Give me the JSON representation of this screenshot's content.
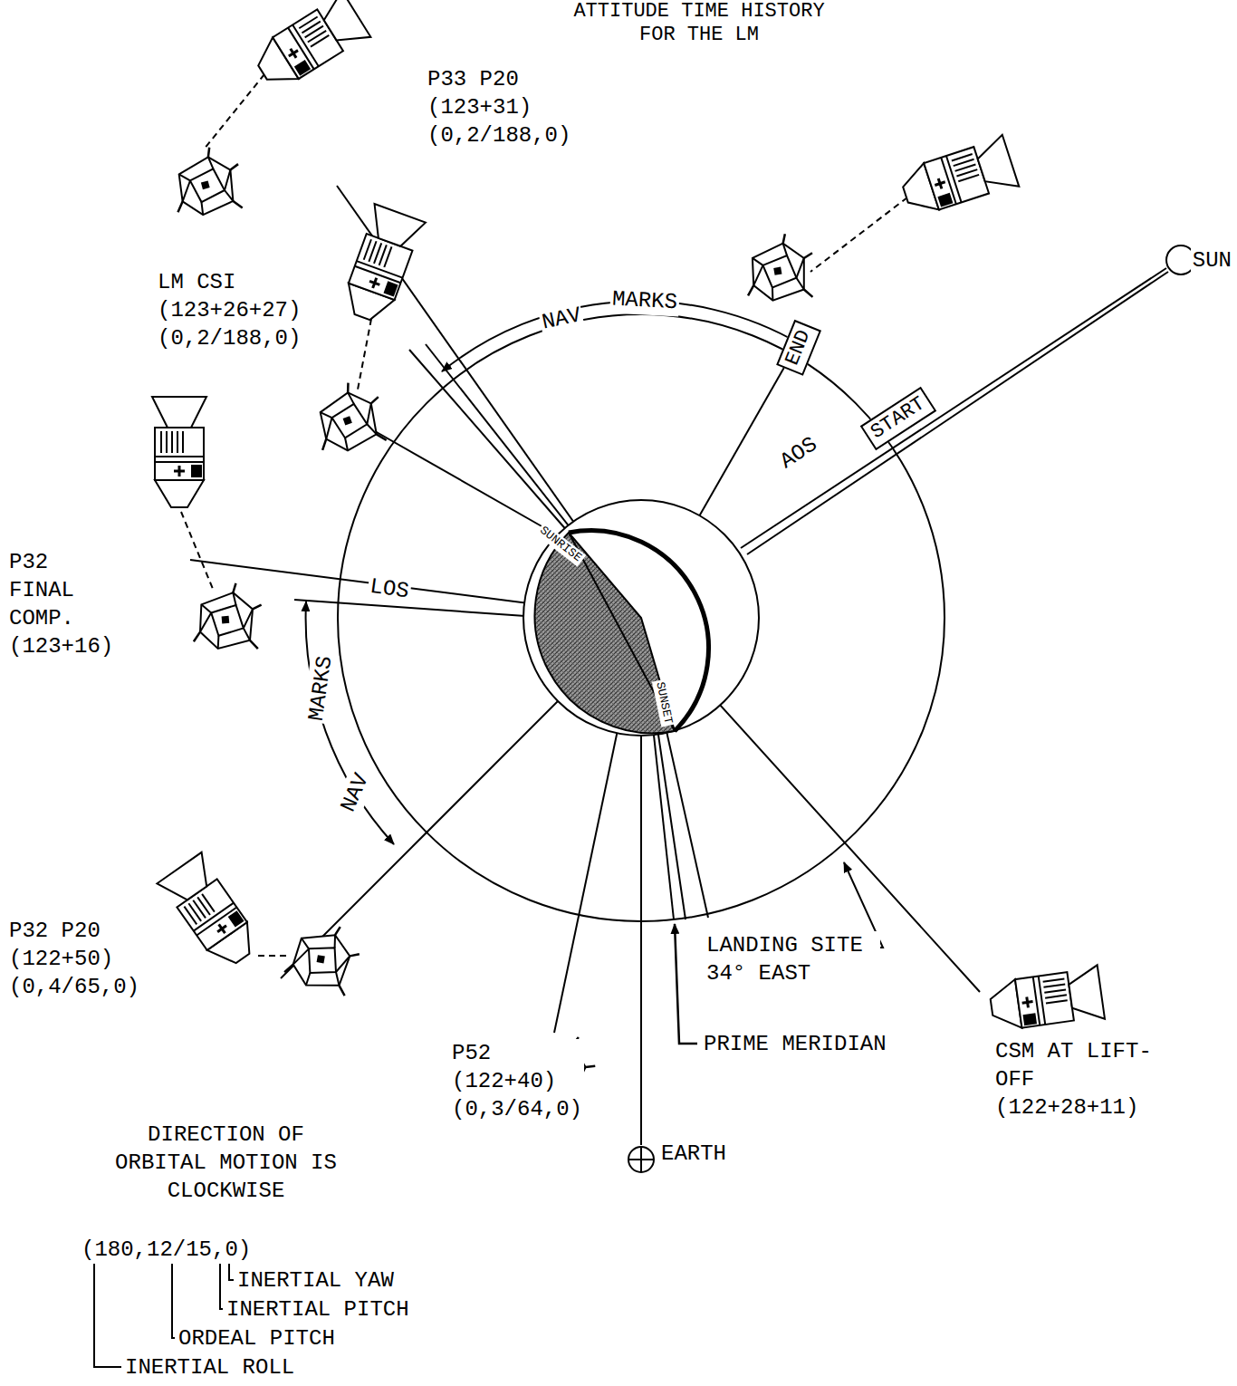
{
  "diagram": {
    "title": "ATTITUDE TIME HISTORY FOR THE LM",
    "nodes": [
      {
        "text": [
          "END"
        ]
      },
      {
        "text": [
          "START"
        ]
      }
    ],
    "labels": [
      "P33 P20 (123+31) (0,2/188,0)",
      "LM CSI (123+26+27) (0,2/188,0)",
      "NAV",
      "MARKS",
      "SUN",
      "AOS",
      "P32 FINAL COMP. (123+16)",
      "LOS",
      "SUNRISE",
      "SUNSET",
      "MARKS",
      "NAV",
      "P32 P20 (122+50) (0,4/65,0)",
      "LANDING SITE 34° EAST",
      "CSM AT LIFT-OFF (122+28+11)",
      "P52 (122+40) (0,3/64,0)",
      "PRIME MERIDIAN",
      "DIRECTION OF ORBITAL MOTION IS CLOCKWISE",
      "(180,12/15,0)",
      "INERTIAL YAW",
      "INERTIAL PITCH",
      "ORDEAL PITCH",
      "INERTIAL ROLL",
      "EARTH"
    ]
  }
}
